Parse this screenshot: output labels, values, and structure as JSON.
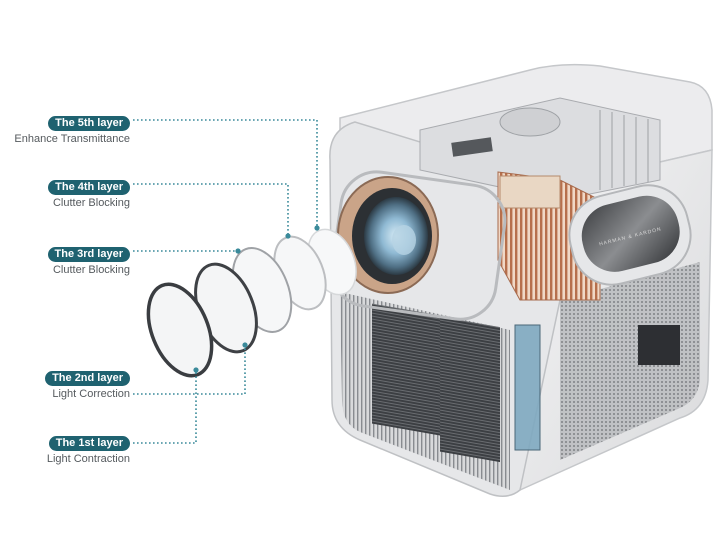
{
  "diagram": {
    "subject": "Projector lens assembly exploded view",
    "layers": [
      {
        "id": "layer-5",
        "title": "The 5th layer",
        "caption": "Enhance Transmittance"
      },
      {
        "id": "layer-4",
        "title": "The 4th layer",
        "caption": "Clutter Blocking"
      },
      {
        "id": "layer-3",
        "title": "The 3rd layer",
        "caption": "Clutter Blocking"
      },
      {
        "id": "layer-2",
        "title": "The 2nd layer",
        "caption": "Light Correction"
      },
      {
        "id": "layer-1",
        "title": "The 1st layer",
        "caption": "Light Contraction"
      }
    ],
    "speaker_brand": "HARMAN & KARDON",
    "colors": {
      "pill": "#1f6270",
      "leader_line": "#3a8a9a",
      "caption_text": "#555a5e",
      "background": "#ffffff"
    }
  }
}
